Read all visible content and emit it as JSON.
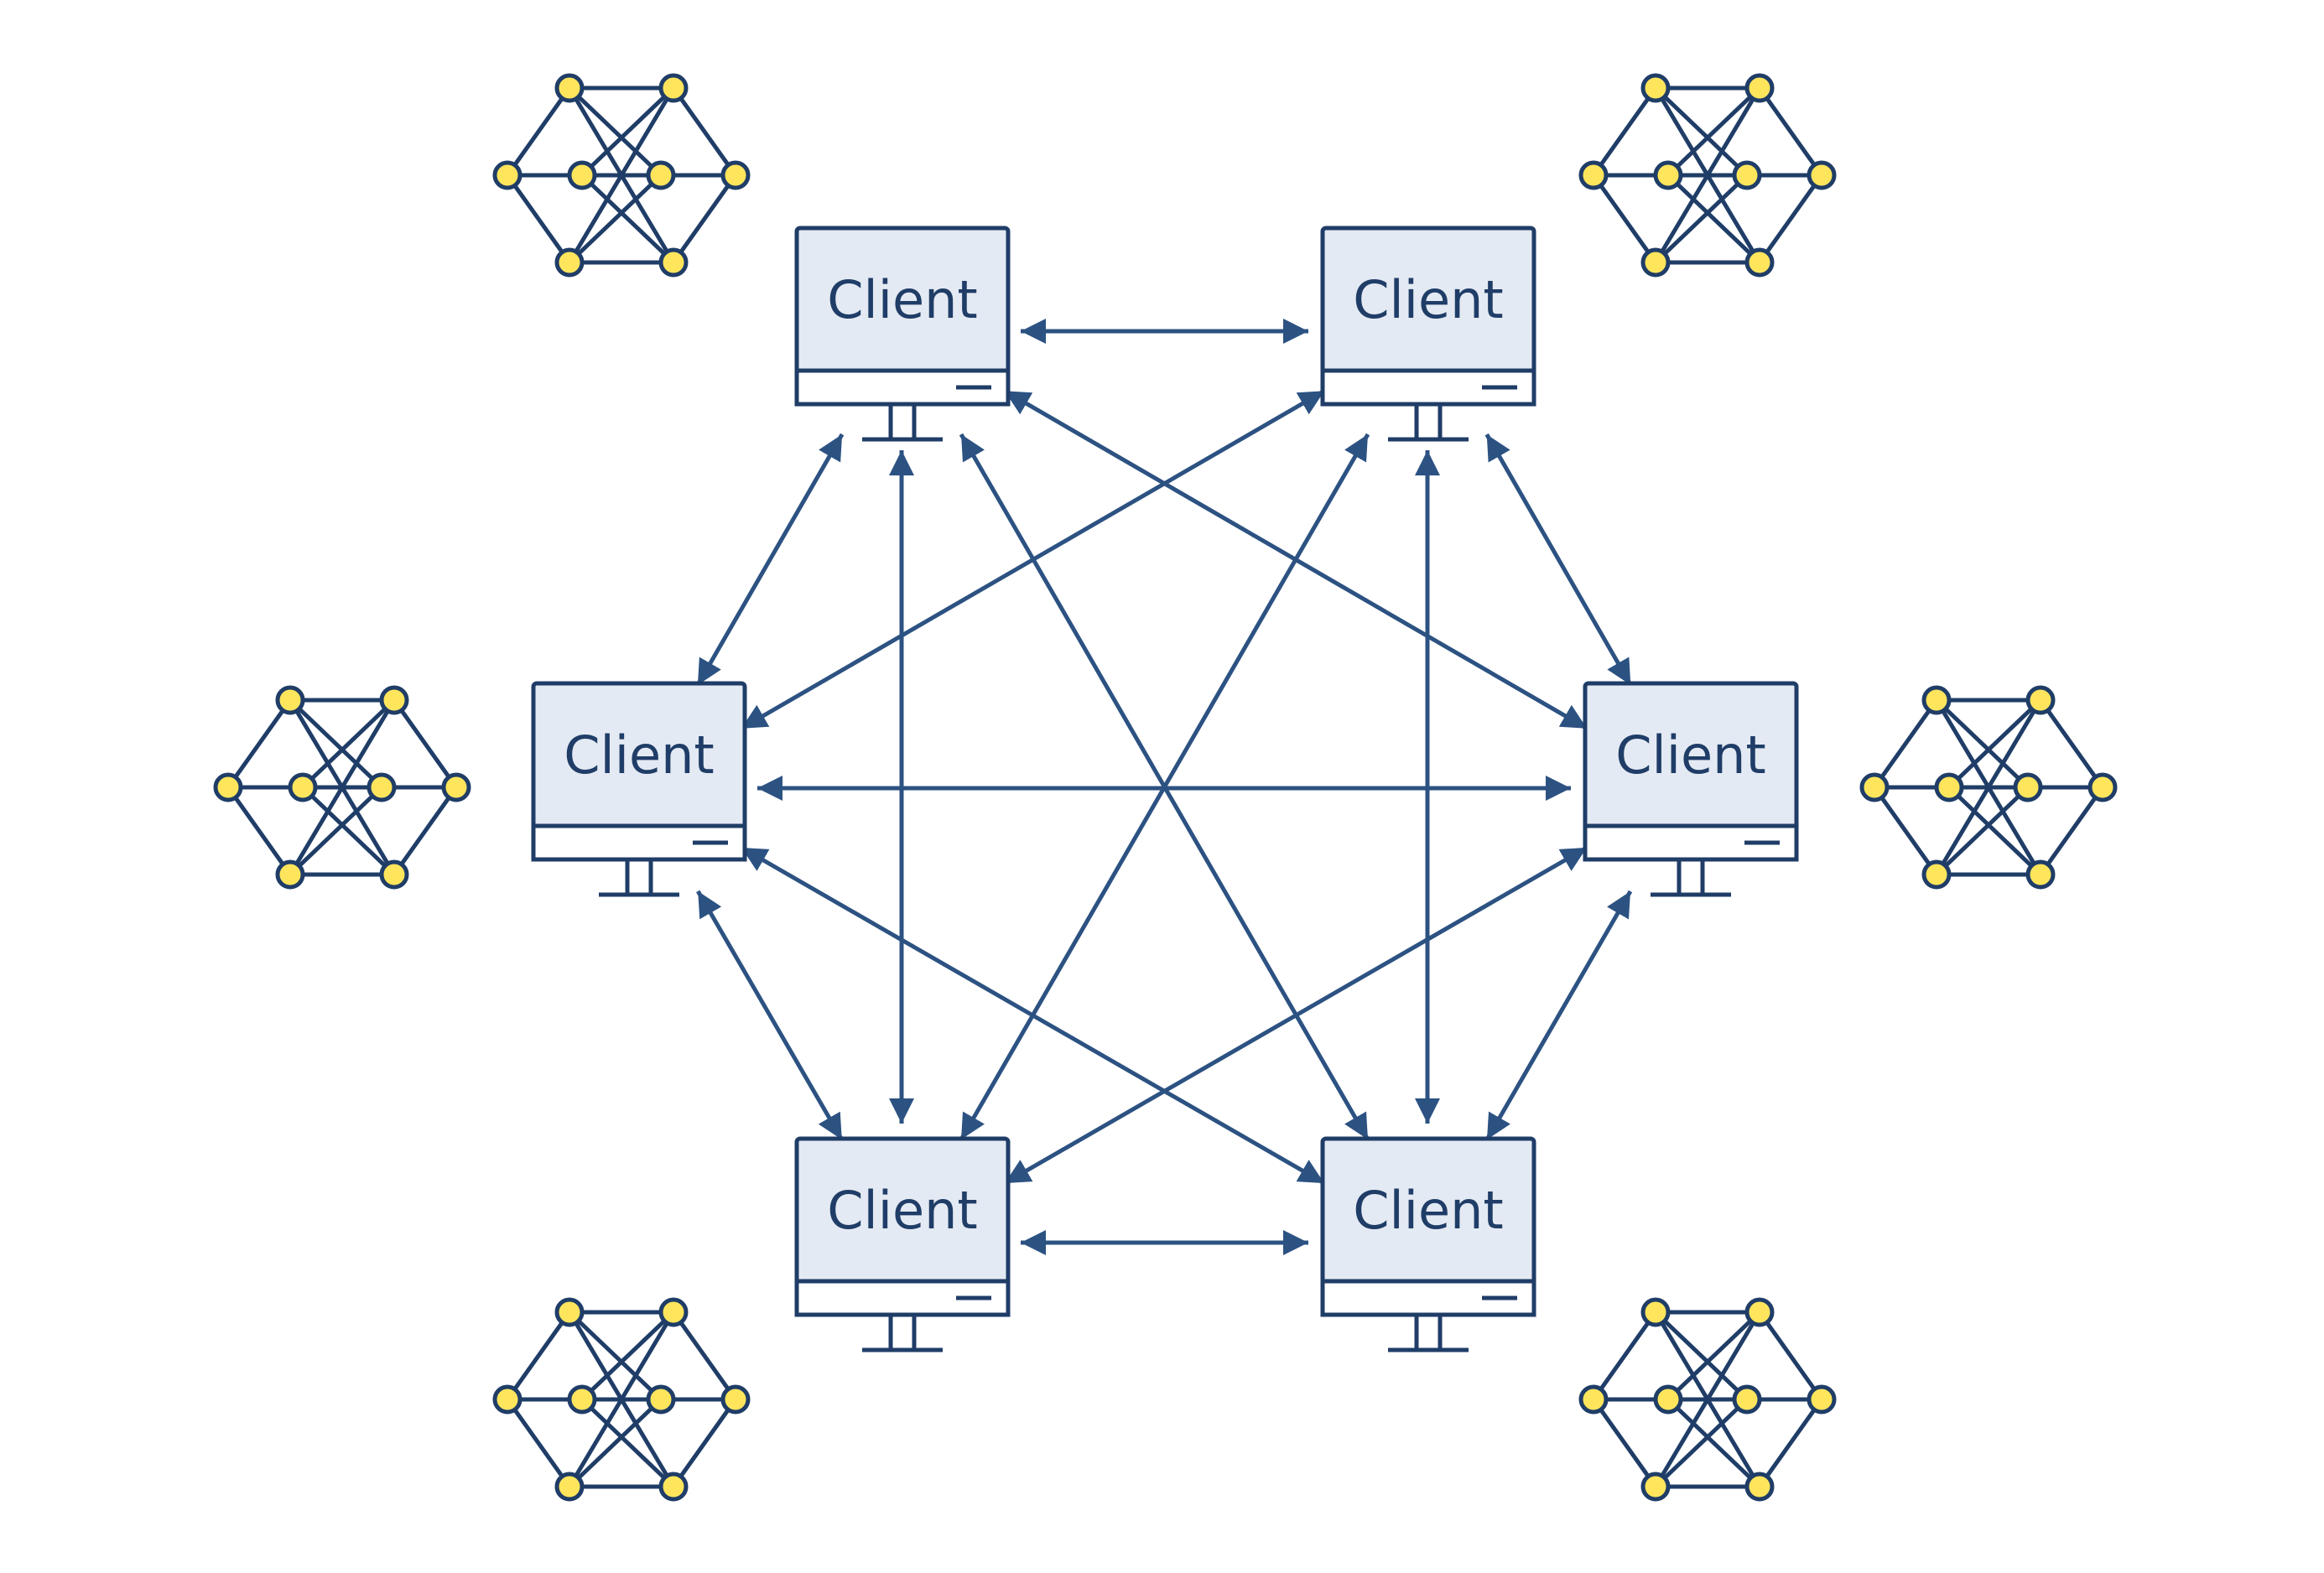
{
  "diagram": {
    "colors": {
      "background": "#ffffff",
      "monitor_fill": "#e4eaf3",
      "outline": "#1f3d67",
      "arrow": "#2c5282",
      "neuron_fill": "#ffe55c"
    },
    "clients": [
      {
        "id": "top-left",
        "label": "Client"
      },
      {
        "id": "top-right",
        "label": "Client"
      },
      {
        "id": "middle-left",
        "label": "Client"
      },
      {
        "id": "middle-right",
        "label": "Client"
      },
      {
        "id": "bottom-left",
        "label": "Client"
      },
      {
        "id": "bottom-right",
        "label": "Client"
      }
    ],
    "connections": [
      {
        "from": "top-left",
        "to": "top-right",
        "bidirectional": true
      },
      {
        "from": "top-left",
        "to": "middle-left",
        "bidirectional": true
      },
      {
        "from": "top-left",
        "to": "middle-right",
        "bidirectional": true
      },
      {
        "from": "top-left",
        "to": "bottom-left",
        "bidirectional": true
      },
      {
        "from": "top-left",
        "to": "bottom-right",
        "bidirectional": true
      },
      {
        "from": "top-right",
        "to": "middle-left",
        "bidirectional": true
      },
      {
        "from": "top-right",
        "to": "middle-right",
        "bidirectional": true
      },
      {
        "from": "top-right",
        "to": "bottom-left",
        "bidirectional": true
      },
      {
        "from": "top-right",
        "to": "bottom-right",
        "bidirectional": true
      },
      {
        "from": "middle-left",
        "to": "middle-right",
        "bidirectional": true
      },
      {
        "from": "middle-left",
        "to": "bottom-left",
        "bidirectional": true
      },
      {
        "from": "middle-left",
        "to": "bottom-right",
        "bidirectional": true
      },
      {
        "from": "middle-right",
        "to": "bottom-left",
        "bidirectional": true
      },
      {
        "from": "middle-right",
        "to": "bottom-right",
        "bidirectional": true
      },
      {
        "from": "bottom-left",
        "to": "bottom-right",
        "bidirectional": true
      }
    ],
    "neural_network_icons": [
      {
        "client": "top-left",
        "icon": "neural-network-icon"
      },
      {
        "client": "top-right",
        "icon": "neural-network-icon"
      },
      {
        "client": "middle-left",
        "icon": "neural-network-icon"
      },
      {
        "client": "middle-right",
        "icon": "neural-network-icon"
      },
      {
        "client": "bottom-left",
        "icon": "neural-network-icon"
      },
      {
        "client": "bottom-right",
        "icon": "neural-network-icon"
      }
    ]
  }
}
